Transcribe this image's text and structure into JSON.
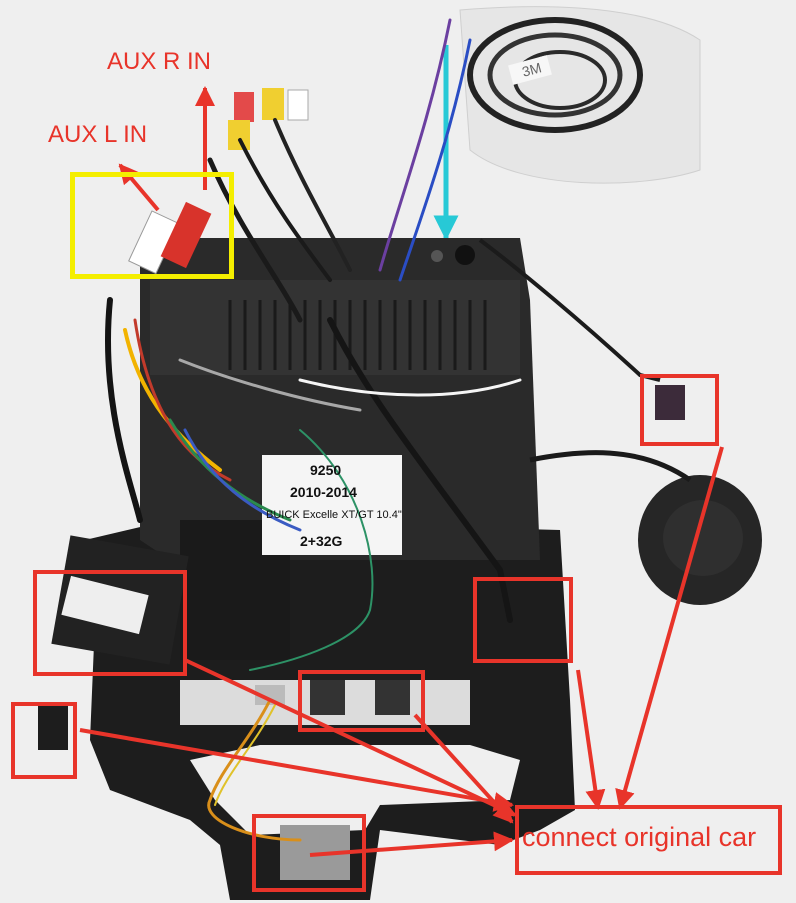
{
  "annotations": {
    "aux_r": "AUX R IN",
    "aux_l": "AUX L IN",
    "connect": "connect original car"
  },
  "sticker": {
    "model": "9250",
    "years": "2010-2014",
    "vehicle": "BUICK  Excelle XT/GT 10.4\"",
    "memory": "2+32G"
  },
  "tape": {
    "brand": "3M"
  },
  "colors": {
    "annotation_red": "#e8342a",
    "highlight_yellow": "#f4ee00",
    "arrow_cyan": "#27c9d6"
  }
}
